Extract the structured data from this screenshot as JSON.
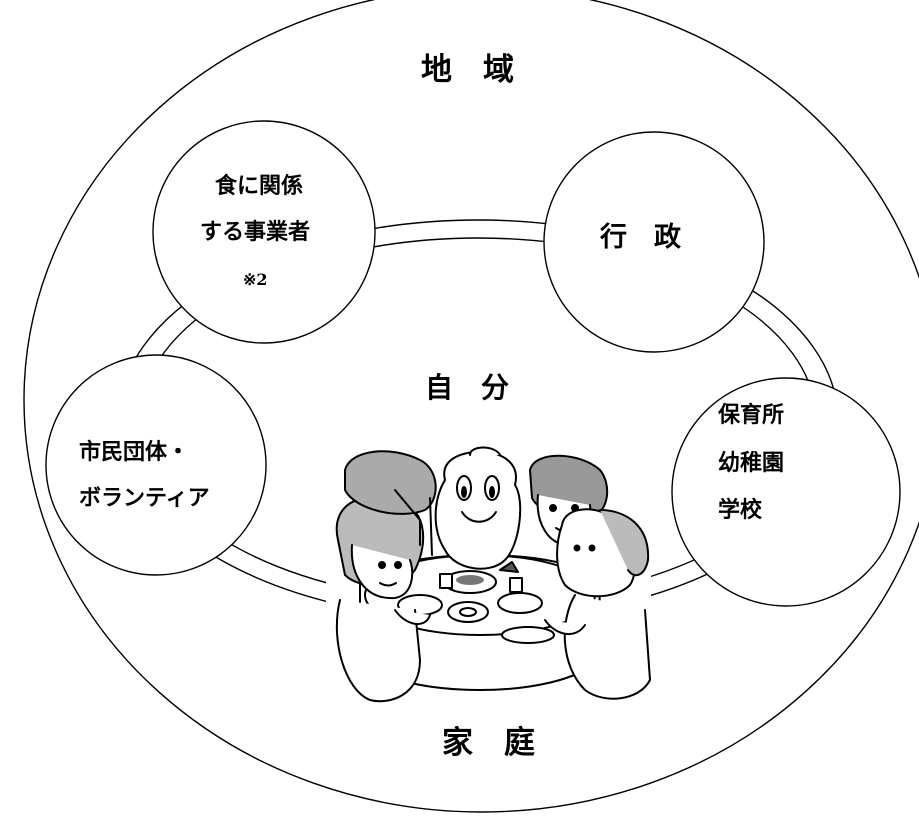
{
  "outer": {
    "top_label": "地　域",
    "bottom_label": "家　庭"
  },
  "center_label": "自　分",
  "nodes": {
    "food_business": {
      "line1": "食に関係",
      "line2": "する事業者",
      "note": "※2"
    },
    "government": {
      "label": "行　政"
    },
    "citizen_groups": {
      "line1": "市民団体・",
      "line2": "ボランティア"
    },
    "schools": {
      "line1": "保育所",
      "line2": "幼稚園",
      "line3": "学校"
    }
  },
  "colors": {
    "line": "#000000",
    "fill": "#ffffff",
    "shade": "#888888"
  },
  "icons": {
    "illustration": "family-dining-together-illustration"
  }
}
